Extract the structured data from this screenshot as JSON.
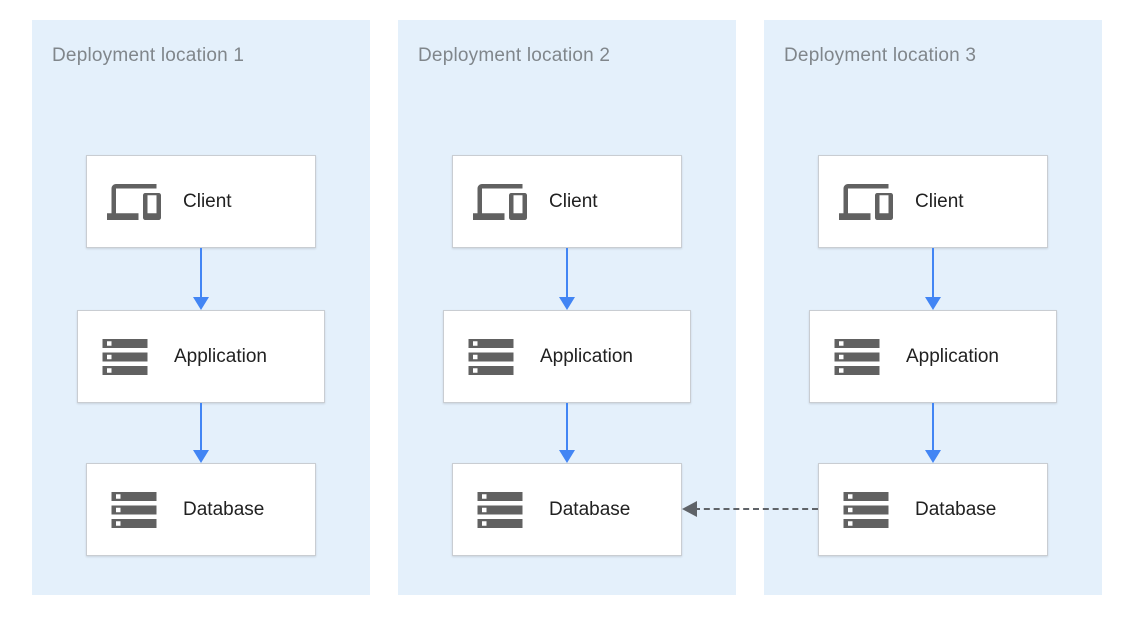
{
  "colors": {
    "panel_bg": "#E4F0FB",
    "box_bg": "#FFFFFF",
    "box_border": "#C9CDD2",
    "title_text": "#80868B",
    "label_text": "#212121",
    "icon_gray": "#616161",
    "arrow_blue": "#4285F4",
    "arrow_gray": "#5F6368"
  },
  "panels": [
    {
      "title": "Deployment location 1",
      "nodes": [
        {
          "label": "Client",
          "icon": "devices-icon"
        },
        {
          "label": "Application",
          "icon": "storage-icon"
        },
        {
          "label": "Database",
          "icon": "storage-icon"
        }
      ]
    },
    {
      "title": "Deployment location 2",
      "nodes": [
        {
          "label": "Client",
          "icon": "devices-icon"
        },
        {
          "label": "Application",
          "icon": "storage-icon"
        },
        {
          "label": "Database",
          "icon": "storage-icon"
        }
      ]
    },
    {
      "title": "Deployment location 3",
      "nodes": [
        {
          "label": "Client",
          "icon": "devices-icon"
        },
        {
          "label": "Application",
          "icon": "storage-icon"
        },
        {
          "label": "Database",
          "icon": "storage-icon"
        }
      ]
    }
  ],
  "connections": {
    "within_each_location": "Client -> Application -> Database (solid blue arrows, downward)",
    "cross_location": {
      "from": "Deployment location 3 / Database",
      "to": "Deployment location 2 / Database",
      "style": "dashed gray arrow pointing left"
    }
  }
}
